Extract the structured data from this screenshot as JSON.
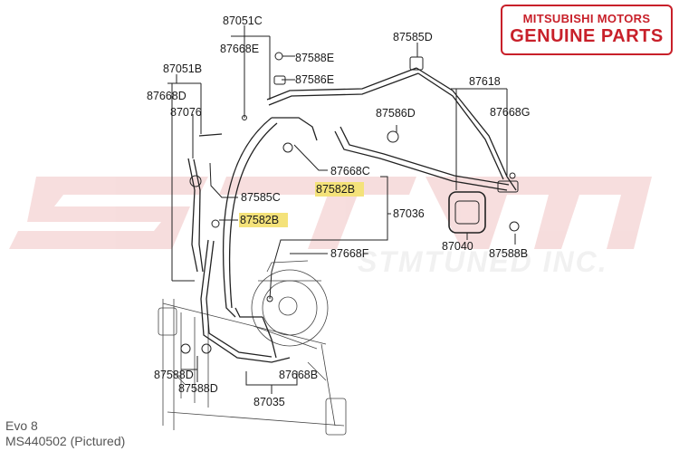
{
  "badge": {
    "line1": "MITSUBISHI MOTORS",
    "line2": "GENUINE PARTS",
    "border_color": "#c8202a"
  },
  "watermark": {
    "primary": "STM",
    "secondary": "STMTUNED INC.",
    "primary_color": "#e8a0a0"
  },
  "highlight_color": "#f4e27a",
  "labels": {
    "l87051C": "87051C",
    "l87668E": "87668E",
    "l87588E": "87588E",
    "l87586E": "87586E",
    "l87585D": "87585D",
    "l87618": "87618",
    "l87051B": "87051B",
    "l87668D": "87668D",
    "l87076": "87076",
    "l87586D": "87586D",
    "l87668G": "87668G",
    "l87668C": "87668C",
    "l87582B_a": "87582B",
    "l87585C": "87585C",
    "l87036": "87036",
    "l87582B_b": "87582B",
    "l87040": "87040",
    "l87588B": "87588B",
    "l87668F": "87668F",
    "l87588D_a": "87588D",
    "l87588D_b": "87588D",
    "l87668B": "87668B",
    "l87035": "87035"
  },
  "footer": {
    "model": "Evo 8",
    "part_note": "MS440502  (Pictured)"
  }
}
